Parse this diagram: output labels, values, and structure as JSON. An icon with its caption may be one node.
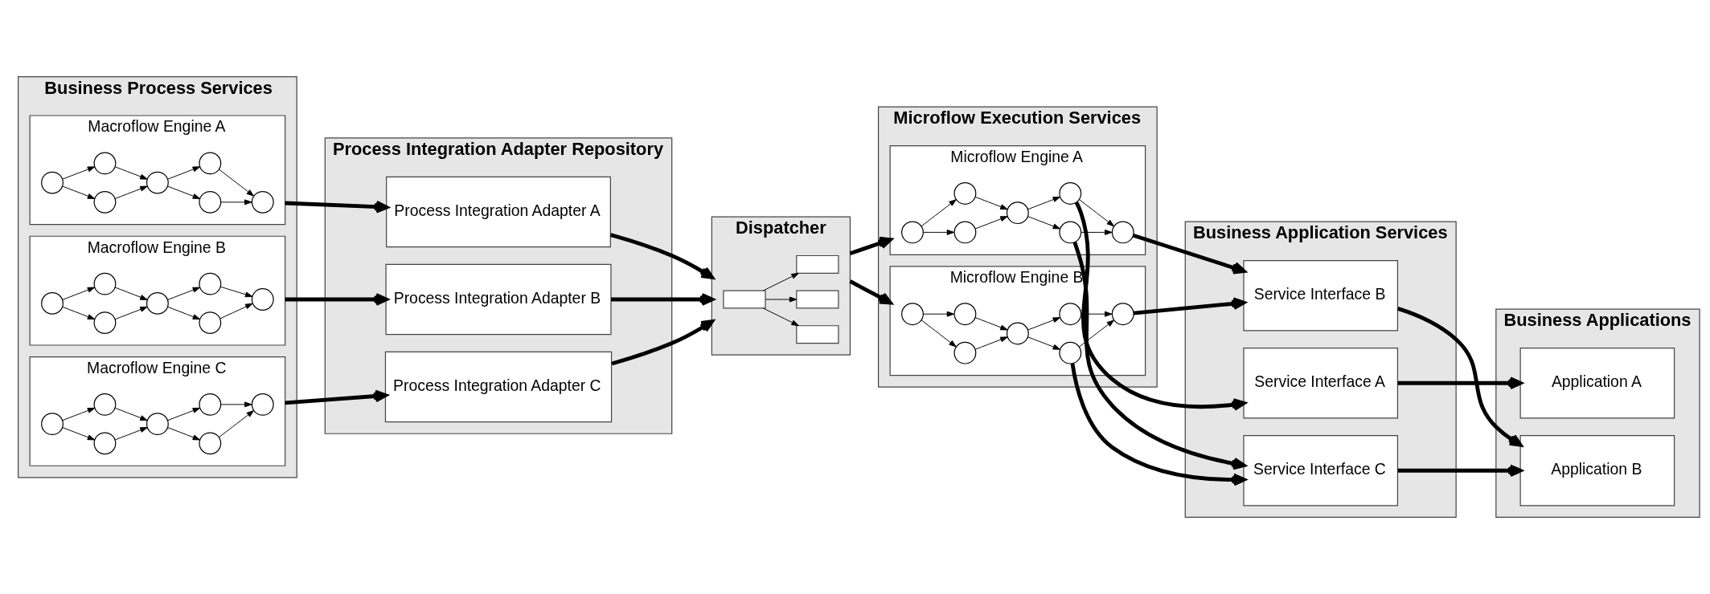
{
  "diagram": {
    "nodes": [
      {
        "text": [
          "Business Process Services"
        ]
      },
      {
        "text": [
          "Macroflow Engine A"
        ],
        "in": 0
      },
      {
        "text": [],
        "shape": "circle",
        "in": 1
      },
      {
        "text": [],
        "shape": "circle",
        "in": 1
      },
      {
        "text": [],
        "shape": "circle",
        "in": 1
      },
      {
        "text": [],
        "shape": "circle",
        "in": 1
      },
      {
        "text": [],
        "shape": "circle",
        "in": 1
      },
      {
        "text": [],
        "shape": "circle",
        "in": 1
      },
      {
        "text": [],
        "shape": "circle",
        "in": 1
      },
      {
        "text": [
          "Macroflow Engine B"
        ],
        "in": 0
      },
      {
        "text": [],
        "shape": "circle",
        "in": 9
      },
      {
        "text": [],
        "shape": "circle",
        "in": 9
      },
      {
        "text": [],
        "shape": "circle",
        "in": 9
      },
      {
        "text": [],
        "shape": "circle",
        "in": 9
      },
      {
        "text": [],
        "shape": "circle",
        "in": 9
      },
      {
        "text": [],
        "shape": "circle",
        "in": 9
      },
      {
        "text": [],
        "shape": "circle",
        "in": 9
      },
      {
        "text": [
          "Macroflow Engine C"
        ],
        "in": 0
      },
      {
        "text": [],
        "shape": "circle",
        "in": 17
      },
      {
        "text": [],
        "shape": "circle",
        "in": 17
      },
      {
        "text": [],
        "shape": "circle",
        "in": 17
      },
      {
        "text": [],
        "shape": "circle",
        "in": 17
      },
      {
        "text": [],
        "shape": "circle",
        "in": 17
      },
      {
        "text": [],
        "shape": "circle",
        "in": 17
      },
      {
        "text": [],
        "shape": "circle",
        "in": 17
      },
      {
        "text": [
          "Process Integration Adapter Repository"
        ]
      },
      {
        "text": [
          "Process Integration Adapter A"
        ],
        "in": 25
      },
      {
        "text": [
          "Process Integration Adapter B"
        ],
        "in": 25
      },
      {
        "text": [
          "Process Integration Adapter C"
        ],
        "in": 25
      },
      {
        "text": [
          "Dispatcher"
        ]
      },
      {
        "text": [],
        "shape": "box",
        "in": 29
      },
      {
        "text": [],
        "shape": "box",
        "in": 29
      },
      {
        "text": [],
        "shape": "box",
        "in": 29
      },
      {
        "text": [],
        "shape": "box",
        "in": 29
      },
      {
        "text": [
          "Microflow Execution Services"
        ]
      },
      {
        "text": [
          "Microflow Engine A"
        ],
        "in": 34
      },
      {
        "text": [],
        "shape": "circle",
        "in": 35
      },
      {
        "text": [],
        "shape": "circle",
        "in": 35
      },
      {
        "text": [],
        "shape": "circle",
        "in": 35
      },
      {
        "text": [],
        "shape": "circle",
        "in": 35
      },
      {
        "text": [],
        "shape": "circle",
        "in": 35
      },
      {
        "text": [],
        "shape": "circle",
        "in": 35
      },
      {
        "text": [],
        "shape": "circle",
        "in": 35
      },
      {
        "text": [
          "Microflow Engine B"
        ],
        "in": 34
      },
      {
        "text": [],
        "shape": "circle",
        "in": 43
      },
      {
        "text": [],
        "shape": "circle",
        "in": 43
      },
      {
        "text": [],
        "shape": "circle",
        "in": 43
      },
      {
        "text": [],
        "shape": "circle",
        "in": 43
      },
      {
        "text": [],
        "shape": "circle",
        "in": 43
      },
      {
        "text": [],
        "shape": "circle",
        "in": 43
      },
      {
        "text": [],
        "shape": "circle",
        "in": 43
      },
      {
        "text": [
          "Business Application Services"
        ]
      },
      {
        "text": [
          "Service Interface A"
        ],
        "in": 51
      },
      {
        "text": [
          "Service Interface B"
        ],
        "in": 51
      },
      {
        "text": [
          "Service Interface C"
        ],
        "in": 51
      },
      {
        "text": [
          "Business Applications"
        ]
      },
      {
        "text": [
          "Application A"
        ],
        "in": 55
      },
      {
        "text": [
          "Application B"
        ],
        "in": 55
      }
    ],
    "edges": [
      {
        "from": 2,
        "to": 3,
        "arrow": "to"
      },
      {
        "from": 2,
        "to": 4,
        "arrow": "to"
      },
      {
        "from": 3,
        "to": 5,
        "arrow": "to"
      },
      {
        "from": 4,
        "to": 5,
        "arrow": "to"
      },
      {
        "from": 5,
        "to": 6,
        "arrow": "to"
      },
      {
        "from": 5,
        "to": 7,
        "arrow": "to"
      },
      {
        "from": 6,
        "to": 8,
        "arrow": "to"
      },
      {
        "from": 7,
        "to": 8,
        "arrow": "to"
      },
      {
        "from": 10,
        "to": 11,
        "arrow": "to"
      },
      {
        "from": 10,
        "to": 12,
        "arrow": "to"
      },
      {
        "from": 11,
        "to": 13,
        "arrow": "to"
      },
      {
        "from": 12,
        "to": 13,
        "arrow": "to"
      },
      {
        "from": 13,
        "to": 14,
        "arrow": "to"
      },
      {
        "from": 13,
        "to": 15,
        "arrow": "to"
      },
      {
        "from": 14,
        "to": 16,
        "arrow": "to"
      },
      {
        "from": 15,
        "to": 16,
        "arrow": "to"
      },
      {
        "from": 18,
        "to": 19,
        "arrow": "to"
      },
      {
        "from": 18,
        "to": 20,
        "arrow": "to"
      },
      {
        "from": 19,
        "to": 21,
        "arrow": "to"
      },
      {
        "from": 20,
        "to": 21,
        "arrow": "to"
      },
      {
        "from": 21,
        "to": 22,
        "arrow": "to"
      },
      {
        "from": 21,
        "to": 23,
        "arrow": "to"
      },
      {
        "from": 22,
        "to": 24,
        "arrow": "to"
      },
      {
        "from": 23,
        "to": 24,
        "arrow": "to"
      },
      {
        "from": 36,
        "to": 37,
        "arrow": "to"
      },
      {
        "from": 36,
        "to": 38,
        "arrow": "to"
      },
      {
        "from": 37,
        "to": 39,
        "arrow": "to"
      },
      {
        "from": 38,
        "to": 39,
        "arrow": "to"
      },
      {
        "from": 39,
        "to": 40,
        "arrow": "to"
      },
      {
        "from": 39,
        "to": 41,
        "arrow": "to"
      },
      {
        "from": 40,
        "to": 42,
        "arrow": "to"
      },
      {
        "from": 41,
        "to": 42,
        "arrow": "to"
      },
      {
        "from": 44,
        "to": 45,
        "arrow": "to"
      },
      {
        "from": 44,
        "to": 46,
        "arrow": "to"
      },
      {
        "from": 45,
        "to": 47,
        "arrow": "to"
      },
      {
        "from": 46,
        "to": 47,
        "arrow": "to"
      },
      {
        "from": 47,
        "to": 48,
        "arrow": "to"
      },
      {
        "from": 47,
        "to": 49,
        "arrow": "to"
      },
      {
        "from": 48,
        "to": 50,
        "arrow": "to"
      },
      {
        "from": 49,
        "to": 50,
        "arrow": "to"
      },
      {
        "from": 1,
        "to": 26,
        "arrow": "to",
        "style": "thick"
      },
      {
        "from": 9,
        "to": 27,
        "arrow": "to",
        "style": "thick"
      },
      {
        "from": 17,
        "to": 28,
        "arrow": "to",
        "style": "thick"
      },
      {
        "from": 26,
        "to": 29,
        "arrow": "to",
        "style": "thick"
      },
      {
        "from": 27,
        "to": 29,
        "arrow": "to",
        "style": "thick"
      },
      {
        "from": 28,
        "to": 29,
        "arrow": "to",
        "style": "thick"
      },
      {
        "from": 30,
        "to": 31,
        "arrow": "to"
      },
      {
        "from": 30,
        "to": 32,
        "arrow": "to"
      },
      {
        "from": 30,
        "to": 33,
        "arrow": "to"
      },
      {
        "from": 29,
        "to": 35,
        "arrow": "to",
        "style": "thick"
      },
      {
        "from": 29,
        "to": 43,
        "arrow": "to",
        "style": "thick"
      },
      {
        "from": 40,
        "to": 52,
        "arrow": "to",
        "style": "thick"
      },
      {
        "from": 42,
        "to": 53,
        "arrow": "to",
        "style": "thick"
      },
      {
        "from": 41,
        "to": 54,
        "arrow": "to",
        "style": "thick"
      },
      {
        "from": 50,
        "to": 53,
        "arrow": "to",
        "style": "thick"
      },
      {
        "from": 49,
        "to": 54,
        "arrow": "to",
        "style": "thick"
      },
      {
        "from": 52,
        "to": 56,
        "arrow": "to",
        "style": "thick"
      },
      {
        "from": 53,
        "to": 57,
        "arrow": "to",
        "style": "thick"
      },
      {
        "from": 54,
        "to": 57,
        "arrow": "to",
        "style": "thick"
      }
    ]
  }
}
